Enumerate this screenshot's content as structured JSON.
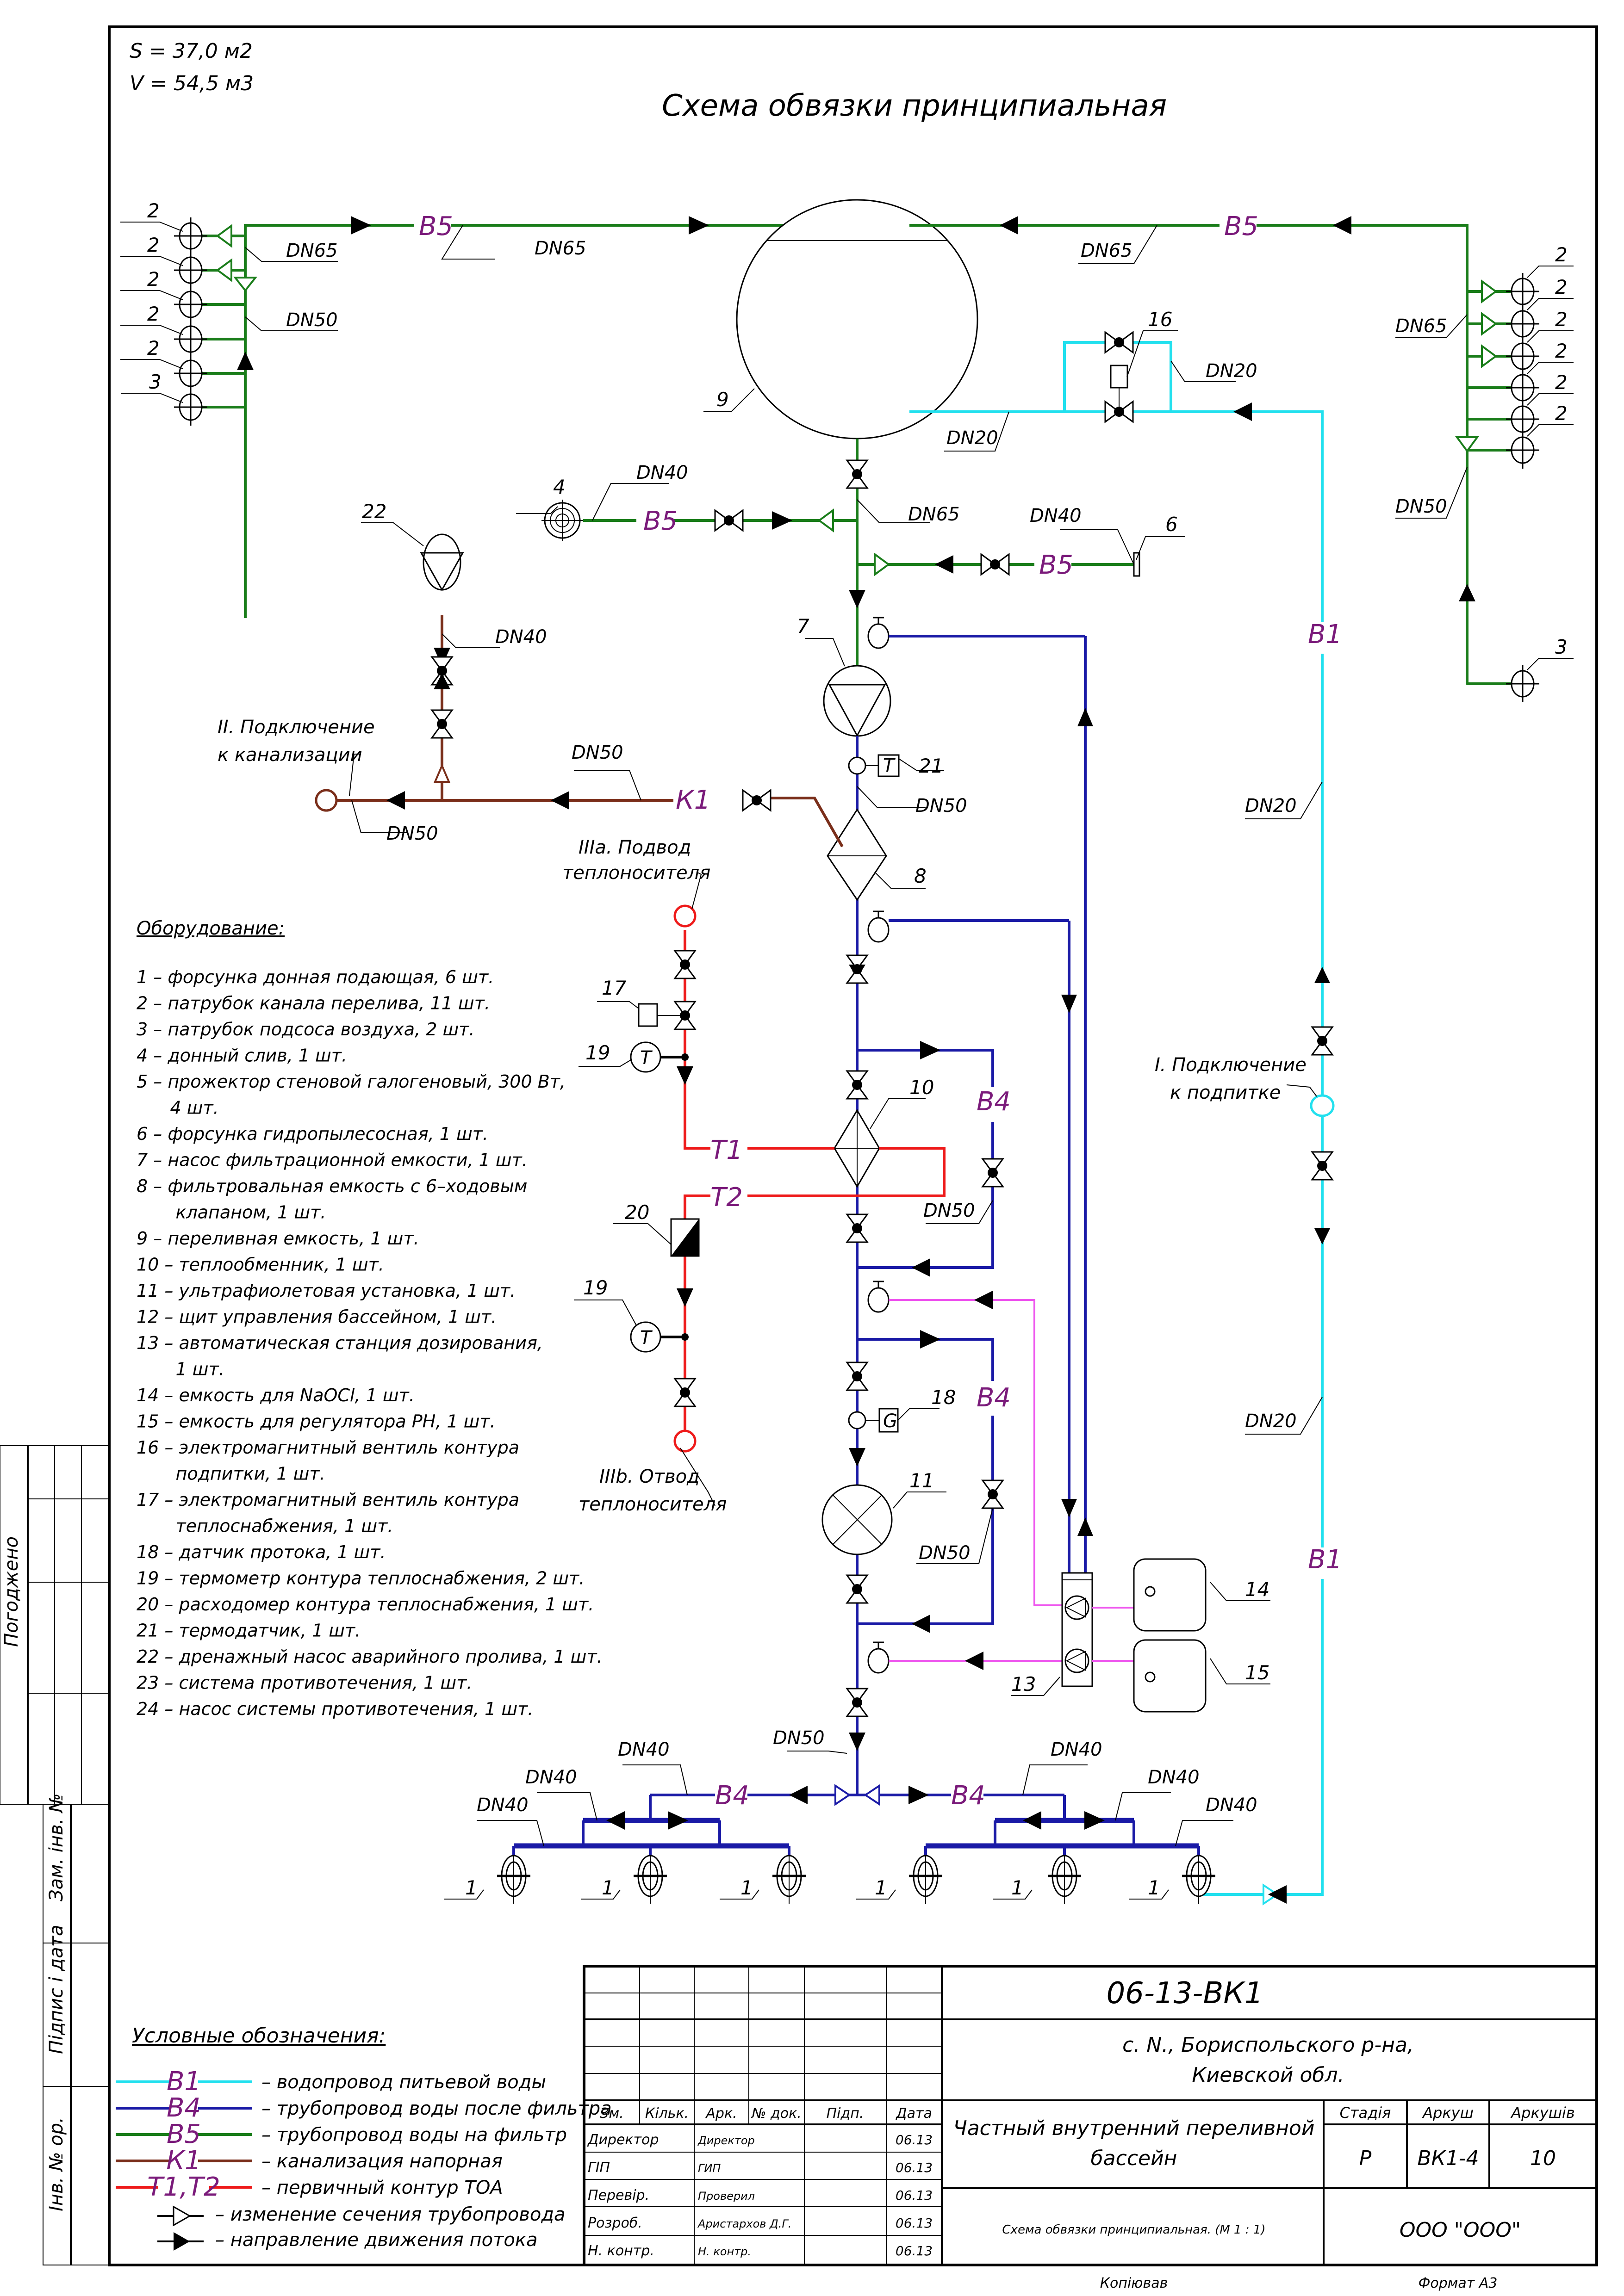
{
  "header": {
    "area": "S = 37,0 м2",
    "volume": "V = 54,5 м3",
    "title": "Схема обвязки принципиальная"
  },
  "pipe_labels": {
    "b5": "В5",
    "b1": "В1",
    "b4": "В4",
    "k1": "К1",
    "t1": "Т1",
    "t2": "Т2"
  },
  "dn": {
    "dn65": "DN65",
    "dn50": "DN50",
    "dn40": "DN40",
    "dn20": "DN20"
  },
  "connections": {
    "sewer_line1": "II. Подключение",
    "sewer_line2": "к канализации",
    "heat_in_line1": "IIIa. Подвод",
    "heat_in_line2": "теплоносителя",
    "heat_out_line1": "IIIb. Отвод",
    "heat_out_line2": "теплоносителя",
    "makeup_line1": "I. Подключение",
    "makeup_line2": "к подпитке"
  },
  "markers": {
    "n1": "1",
    "n2": "2",
    "n3": "3",
    "n4": "4",
    "n6": "6",
    "n7": "7",
    "n8": "8",
    "n9": "9",
    "n10": "10",
    "n11": "11",
    "n13": "13",
    "n14": "14",
    "n15": "15",
    "n16": "16",
    "n17": "17",
    "n18": "18",
    "n19": "19",
    "n20": "20",
    "n21": "21",
    "n22": "22",
    "t_sym": "T",
    "g_sym": "G"
  },
  "equipment": {
    "heading": "Оборудование:",
    "items": [
      "1 – форсунка донная подающая, 6 шт.",
      "2 – патрубок канала перелива, 11 шт.",
      "3 – патрубок подсоса воздуха, 2 шт.",
      "4 – донный слив, 1 шт.",
      "5 – прожектор стеновой галогеновый, 300 Вт,",
      "      4 шт.",
      "6 – форсунка гидропылесосная, 1 шт.",
      "7 – насос фильтрационной емкости, 1 шт.",
      "8 – фильтровальная емкость с 6–ходовым",
      "       клапаном, 1 шт.",
      "9 – переливная емкость, 1 шт.",
      "10 – теплообменник, 1 шт.",
      "11 – ультрафиолетовая установка, 1 шт.",
      "12 – щит управления бассейном, 1 шт.",
      "13 – автоматическая станция дозирования,",
      "       1 шт.",
      "14 – емкость для NaOCl, 1 шт.",
      "15 – емкость для регулятора PH, 1 шт.",
      "16 – электромагнитный вентиль контура",
      "       подпитки, 1 шт.",
      "17 – электромагнитный вентиль контура",
      "       теплоснабжения, 1 шт.",
      "18 – датчик протока, 1 шт.",
      "19 – термометр контура теплоснабжения, 2 шт.",
      "20 – расходомер контура теплоснабжения, 1 шт.",
      "21 – термодатчик, 1 шт.",
      "22 – дренажный насос аварийного пролива, 1 шт.",
      "23 – система противотечения, 1 шт.",
      "24 – насос системы противотечения, 1 шт."
    ]
  },
  "legend": {
    "heading": "Условные обозначения:",
    "rows": [
      {
        "code": "В1",
        "color": "#22e0ee",
        "text": "– водопровод питьевой воды"
      },
      {
        "code": "В4",
        "color": "#1a1aa6",
        "text": "– трубопровод воды после фильтра"
      },
      {
        "code": "В5",
        "color": "#1a7d1a",
        "text": "– трубопровод воды на фильтр"
      },
      {
        "code": "К1",
        "color": "#7a2e1a",
        "text": "– канализация напорная"
      },
      {
        "code": "Т1,Т2",
        "color": "#ee1a1a",
        "text": "– первичный контур ТОА"
      }
    ],
    "section_change": "– изменение сечения трубопровода",
    "flow_direction": "– направление движения потока"
  },
  "side_stamp": {
    "agreed": "Погоджено",
    "replace_inv": "Зам. інв. №",
    "sign_date": "Підпис і дата",
    "inv_orig": "Інв. № ор."
  },
  "title_block": {
    "code": "06-13-ВК1",
    "location_line1": "с. N., Бориспольского р-на,",
    "location_line2": "Киевской обл.",
    "headers": [
      "Зм.",
      "Кільк.",
      "Арк.",
      "№ док.",
      "Підп.",
      "Дата"
    ],
    "project_line1": "Частный внутренний переливной",
    "project_line2": "бассейн",
    "stage_header": "Стадія",
    "sheet_header": "Аркуш",
    "sheets_header": "Аркушів",
    "stage": "Р",
    "sheet": "ВК1-4",
    "sheets": "10",
    "drawing_name": "Схема обвязки принципиальная. (М 1 : 1)",
    "company": "ООО \"ООО\"",
    "signatures": [
      {
        "role": "Директор",
        "name": "Директор",
        "date": "06.13"
      },
      {
        "role": "ГІП",
        "name": "ГИП",
        "date": "06.13"
      },
      {
        "role": "Перевір.",
        "name": "Проверил",
        "date": "06.13"
      },
      {
        "role": "Розроб.",
        "name": "Аристархов Д.Г.",
        "date": "06.13"
      },
      {
        "role": "Н. контр.",
        "name": "Н. контр.",
        "date": "06.13"
      }
    ],
    "copied": "Копіював",
    "format": "Формат А3"
  }
}
